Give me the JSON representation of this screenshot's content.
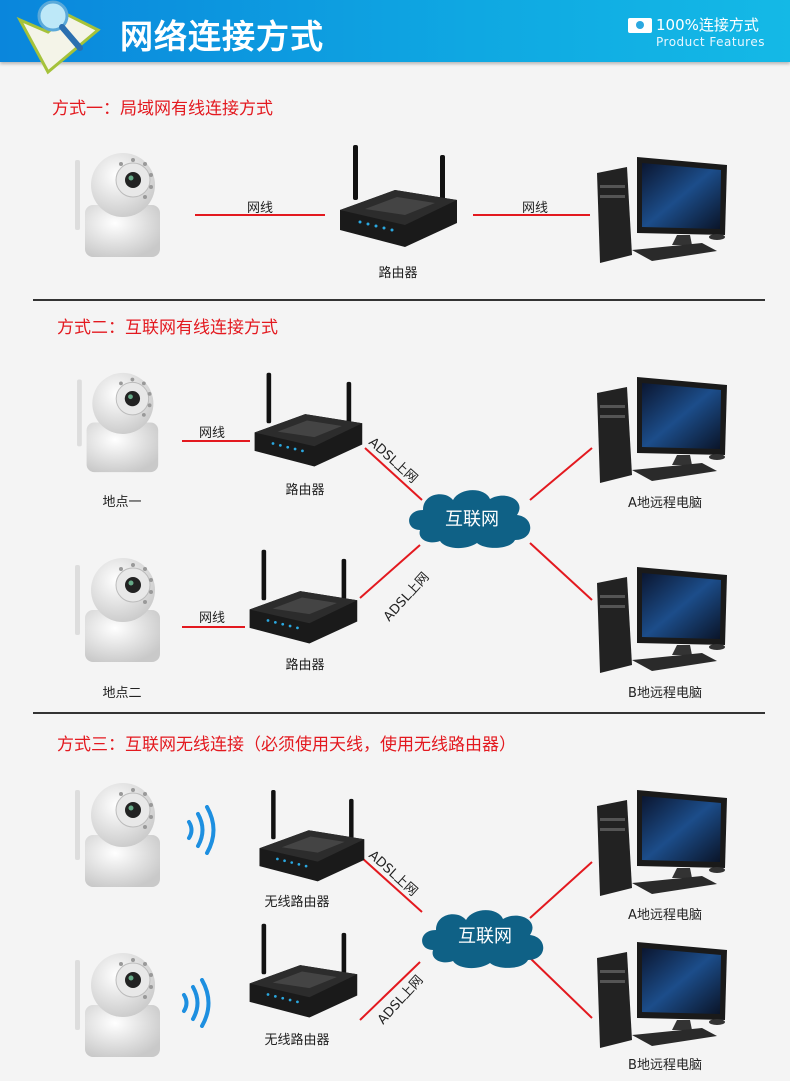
{
  "header": {
    "title": "网络连接方式",
    "subtitle": "100%连接方式",
    "subtitle_en": "Product Features"
  },
  "method1": {
    "heading": "方式一：局域网有线连接方式",
    "cable1": "网线",
    "router": "路由器",
    "cable2": "网线"
  },
  "method2": {
    "heading": "方式二：互联网有线连接方式",
    "site1": "地点一",
    "site2": "地点二",
    "cable": "网线",
    "router": "路由器",
    "adsl": "ADSL上网",
    "cloud": "互联网",
    "pc_a": "A地远程电脑",
    "pc_b": "B地远程电脑"
  },
  "method3": {
    "heading": "方式三：互联网无线连接（必须使用天线，使用无线路由器）",
    "router": "无线路由器",
    "adsl": "ADSL上网",
    "cloud": "互联网",
    "pc_a": "A地远程电脑",
    "pc_b": "B地远程电脑"
  },
  "colors": {
    "accent": "#e3191f",
    "cloud": "#0f6186",
    "header": "#0a86dc"
  }
}
